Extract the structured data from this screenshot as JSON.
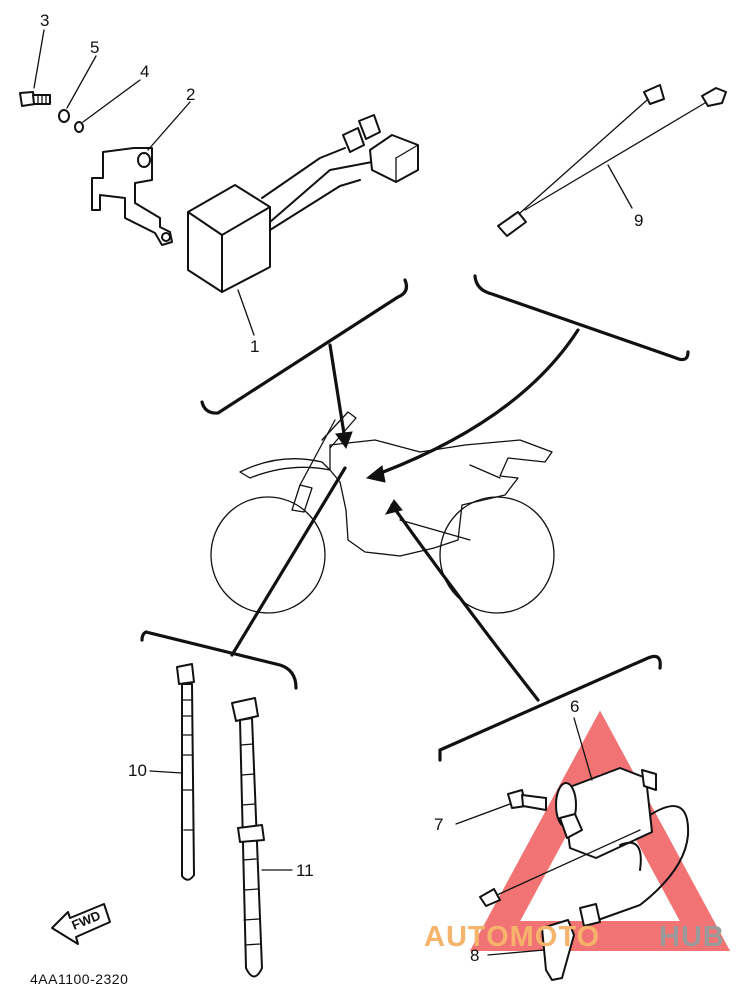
{
  "callouts": {
    "c1": "1",
    "c2": "2",
    "c3": "3",
    "c4": "4",
    "c5": "5",
    "c6": "6",
    "c7": "7",
    "c8": "8",
    "c9": "9",
    "c10": "10",
    "c11": "11"
  },
  "fwd_label": "FWD",
  "part_code": "4AA1100-2320",
  "watermark": {
    "part1": "AUTOMOTO",
    "part2": "HUB",
    "color_orange": "#f6b36b",
    "color_gray": "#9a9a9a",
    "color_red": "#ef5a5a"
  }
}
